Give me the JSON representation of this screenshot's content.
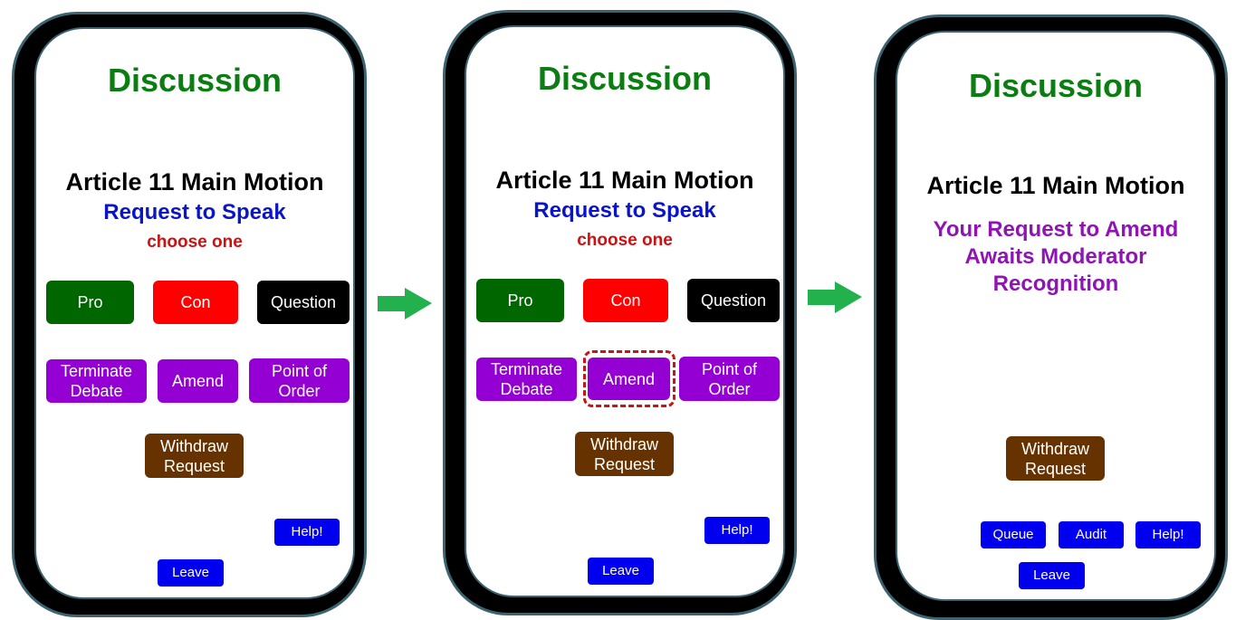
{
  "colors": {
    "title": "#0b7d12",
    "request_to_speak": "#0a14c8",
    "choose_one": "#d01010",
    "status": "#8e14b4",
    "pro": "#006600",
    "con": "#ff0000",
    "question": "#000000",
    "purple_button": "#9400d3",
    "withdraw": "#663300",
    "blue_button": "#0000ee",
    "highlight": "#c81414",
    "arrow": "#22b14c",
    "frame": "#000000",
    "frame_edge": "#3c6370"
  },
  "screens": [
    {
      "title": "Discussion",
      "motion": "Article 11 Main Motion",
      "subtitle": "Request to Speak",
      "instruction": "choose one",
      "buttons": {
        "pro": "Pro",
        "con": "Con",
        "question": "Question",
        "terminate": "Terminate Debate",
        "amend": "Amend",
        "point_of_order": "Point of Order",
        "withdraw": "Withdraw Request",
        "help": "Help!",
        "leave": "Leave"
      }
    },
    {
      "title": "Discussion",
      "motion": "Article 11 Main Motion",
      "subtitle": "Request to Speak",
      "instruction": "choose one",
      "selected": "Amend",
      "buttons": {
        "pro": "Pro",
        "con": "Con",
        "question": "Question",
        "terminate": "Terminate Debate",
        "amend": "Amend",
        "point_of_order": "Point of Order",
        "withdraw": "Withdraw Request",
        "help": "Help!",
        "leave": "Leave"
      }
    },
    {
      "title": "Discussion",
      "motion": "Article 11 Main Motion",
      "status": "Your Request to Amend Awaits Moderator Recognition",
      "buttons": {
        "withdraw": "Withdraw Request",
        "queue": "Queue",
        "audit": "Audit",
        "help": "Help!",
        "leave": "Leave"
      }
    }
  ],
  "arrows": [
    {
      "icon": "right-arrow-icon",
      "from": 1,
      "to": 2
    },
    {
      "icon": "right-arrow-icon",
      "from": 2,
      "to": 3
    }
  ]
}
